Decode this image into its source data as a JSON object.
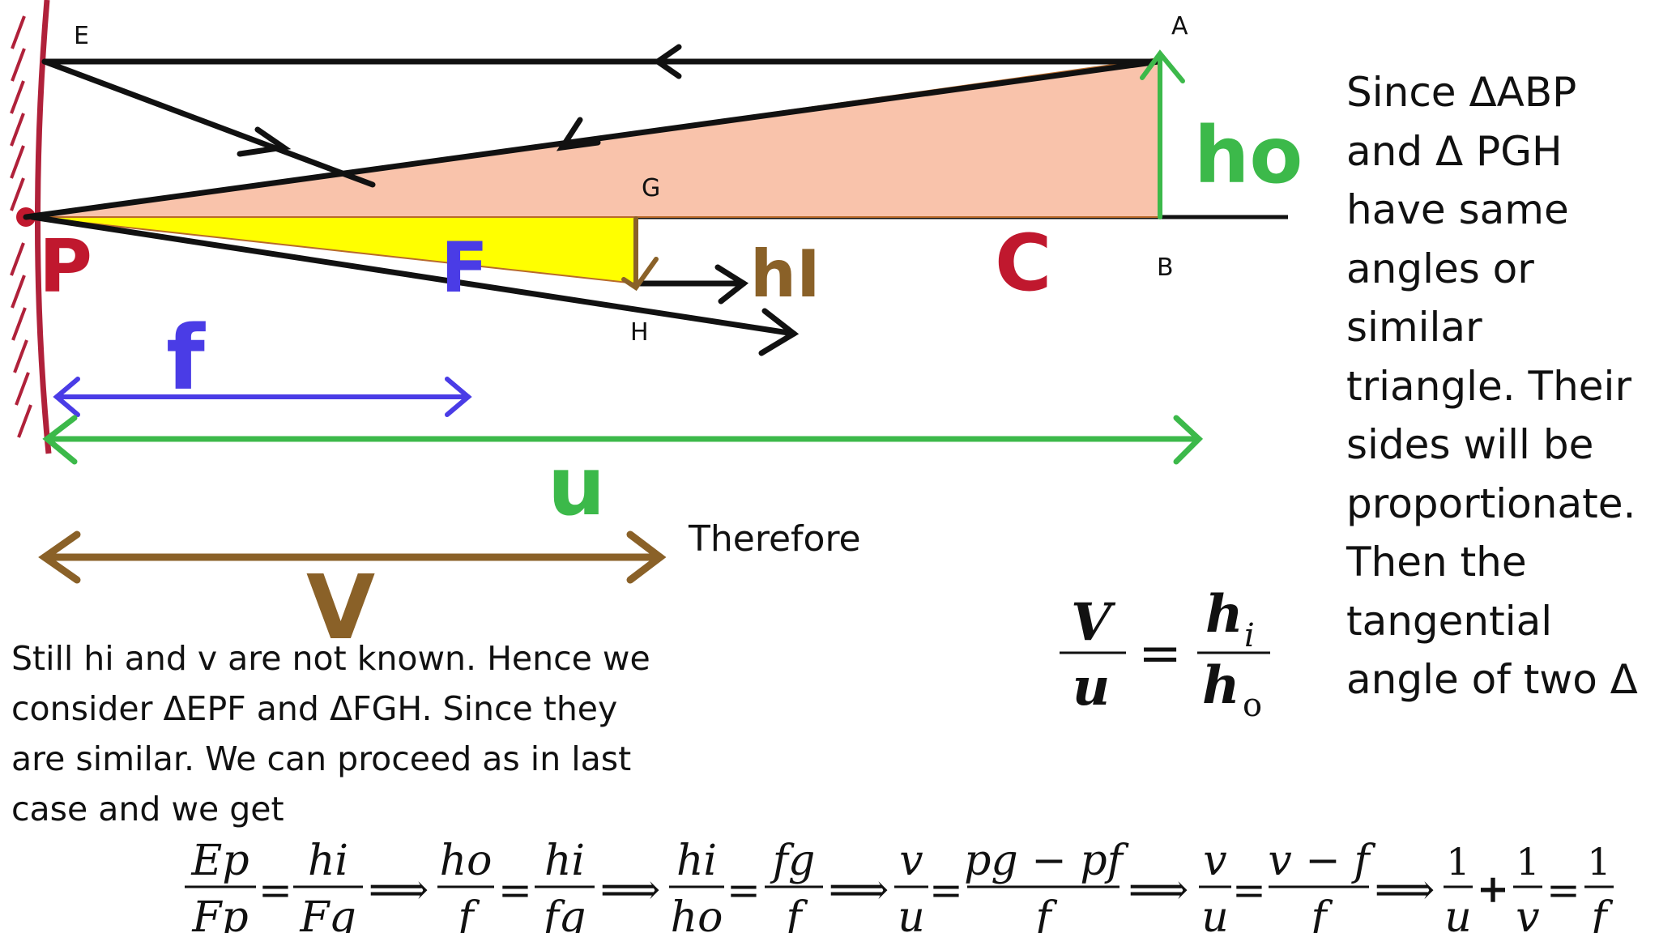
{
  "diagram": {
    "point_labels": {
      "A": "A",
      "B": "B",
      "E": "E",
      "G": "G",
      "H": "H"
    },
    "hand_labels": {
      "P": "P",
      "F": "F",
      "C": "C",
      "f": "f",
      "u": "u",
      "v": "V",
      "ho": "ho",
      "hi": "hI"
    },
    "colors": {
      "mirror": "#b0213a",
      "peach_triangle": "#f9c3ab",
      "yellow_triangle": "#ffff00",
      "ray": "#111111",
      "focal_arrow": "#4a3ce6",
      "object_arrow": "#3cb94a",
      "image_arrow": "#8a6128"
    }
  },
  "right_text": {
    "lines": [
      "Since ΔABP",
      "and Δ PGH",
      "have same",
      "angles or",
      "similar",
      "triangle. Their",
      "sides will be",
      "proportionate.",
      "Then the",
      "tangential",
      "angle of two Δ"
    ]
  },
  "therefore": "Therefore",
  "equation_1": {
    "num_left": "V",
    "den_left": "u",
    "eq": "=",
    "num_right": "h",
    "num_right_sub": "i",
    "den_right": "h",
    "den_right_sub": "o"
  },
  "bottom_text": {
    "lines": [
      "Still hi and v are not known. Hence we",
      "consider ΔEPF and ΔFGH. Since they",
      "are similar. We can proceed as in last",
      "case and  we get"
    ]
  },
  "equation_2": {
    "f1": {
      "num": "Ep",
      "den": "Fp"
    },
    "f2": {
      "num": "hi",
      "den": "Fg"
    },
    "f3": {
      "num": "ho",
      "den": "f"
    },
    "f4": {
      "num": "hi",
      "den": "fg"
    },
    "f5": {
      "num": "hi",
      "den": "ho"
    },
    "f6": {
      "num": "fg",
      "den": "f"
    },
    "f7": {
      "num": "v",
      "den": "u"
    },
    "f8": {
      "num": "pg − pf",
      "den": "f"
    },
    "f9": {
      "num": "v",
      "den": "u"
    },
    "f10": {
      "num": "v − f",
      "den": "f"
    },
    "f11": {
      "num": "1",
      "den": "u"
    },
    "f12": {
      "num": "1",
      "den": "v"
    },
    "f13": {
      "num": "1",
      "den": "f"
    },
    "eq": "=",
    "implies": "⟹",
    "plus": "+"
  }
}
